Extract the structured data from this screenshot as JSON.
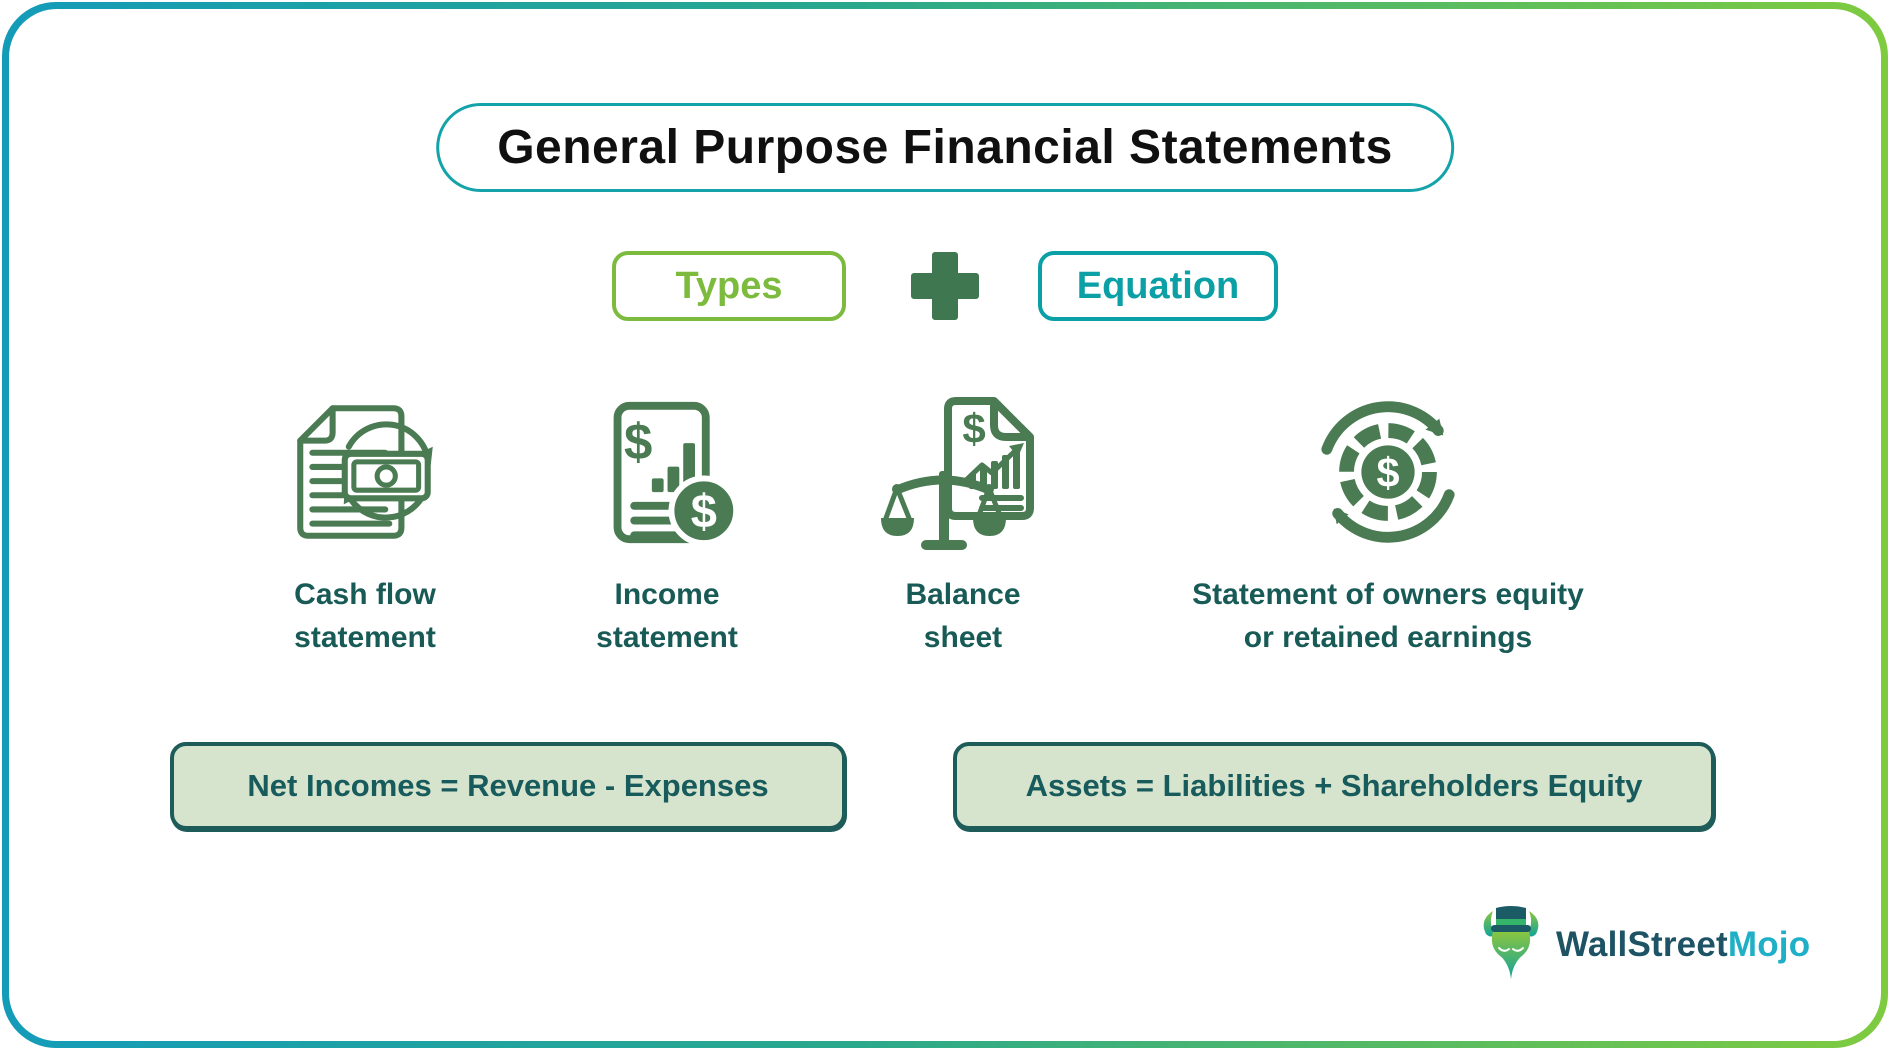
{
  "header": {
    "title": "General Purpose Financial Statements"
  },
  "badges": {
    "types_label": "Types",
    "plus_icon": "plus-icon",
    "equation_label": "Equation"
  },
  "statements": [
    {
      "icon": "cash-flow-document-icon",
      "line1": "Cash flow",
      "line2": "statement"
    },
    {
      "icon": "income-statement-document-icon",
      "line1": "Income",
      "line2": "statement"
    },
    {
      "icon": "balance-sheet-scale-icon",
      "line1": "Balance",
      "line2": "sheet"
    },
    {
      "icon": "owners-equity-coin-cycle-icon",
      "line1": "Statement of owners equity",
      "line2": "or retained earnings"
    }
  ],
  "equations": [
    {
      "text": "Net Incomes = Revenue - Expenses"
    },
    {
      "text": "Assets = Liabilities + Shareholders Equity"
    }
  ],
  "logo": {
    "icon": "bull-top-hat-icon",
    "brand_part1": "WallStreet",
    "brand_part2": "Mojo"
  },
  "colors": {
    "border_gradient_left": "#149BB8",
    "border_gradient_right": "#7ECB3F",
    "title_border_teal": "#13A3A9",
    "types_green": "#7CBB3E",
    "plus_dark_green": "#3F7750",
    "equation_teal": "#0AA0A6",
    "icon_green": "#4A7B52",
    "label_teal": "#185A56",
    "equation_box_bg": "#D6E3CD",
    "equation_box_border": "#1D5C59",
    "logo_dark_teal": "#1D5365",
    "logo_cyan": "#1FB0C7"
  }
}
